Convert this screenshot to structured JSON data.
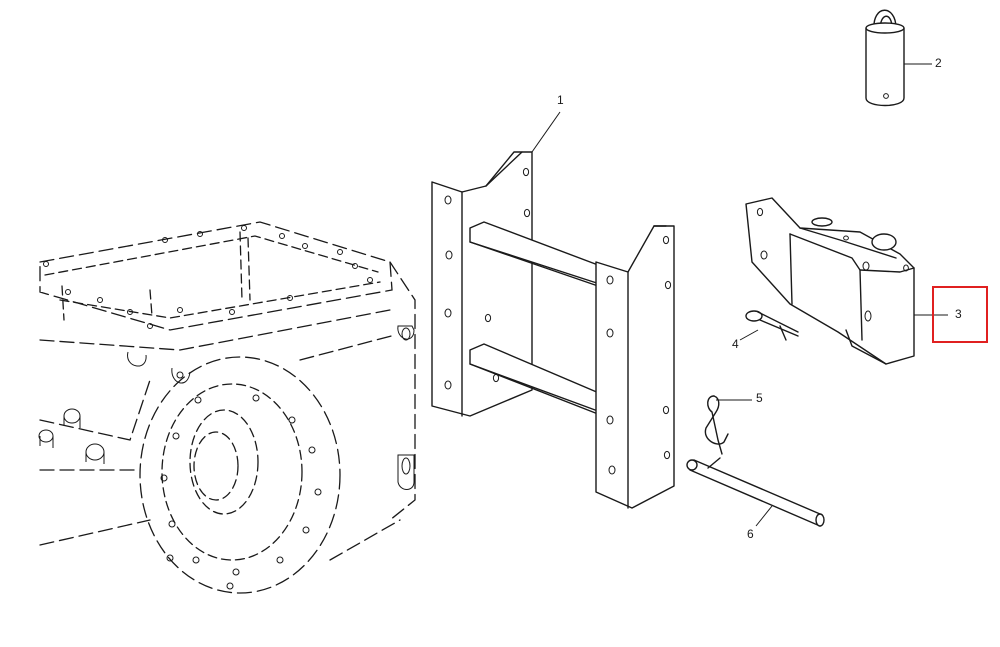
{
  "diagram": {
    "callouts": [
      {
        "id": "1",
        "label": "1"
      },
      {
        "id": "2",
        "label": "2"
      },
      {
        "id": "3",
        "label": "3"
      },
      {
        "id": "4",
        "label": "4"
      },
      {
        "id": "5",
        "label": "5"
      },
      {
        "id": "6",
        "label": "6"
      }
    ],
    "highlight": {
      "callout": "3",
      "color": "#e02020"
    }
  }
}
